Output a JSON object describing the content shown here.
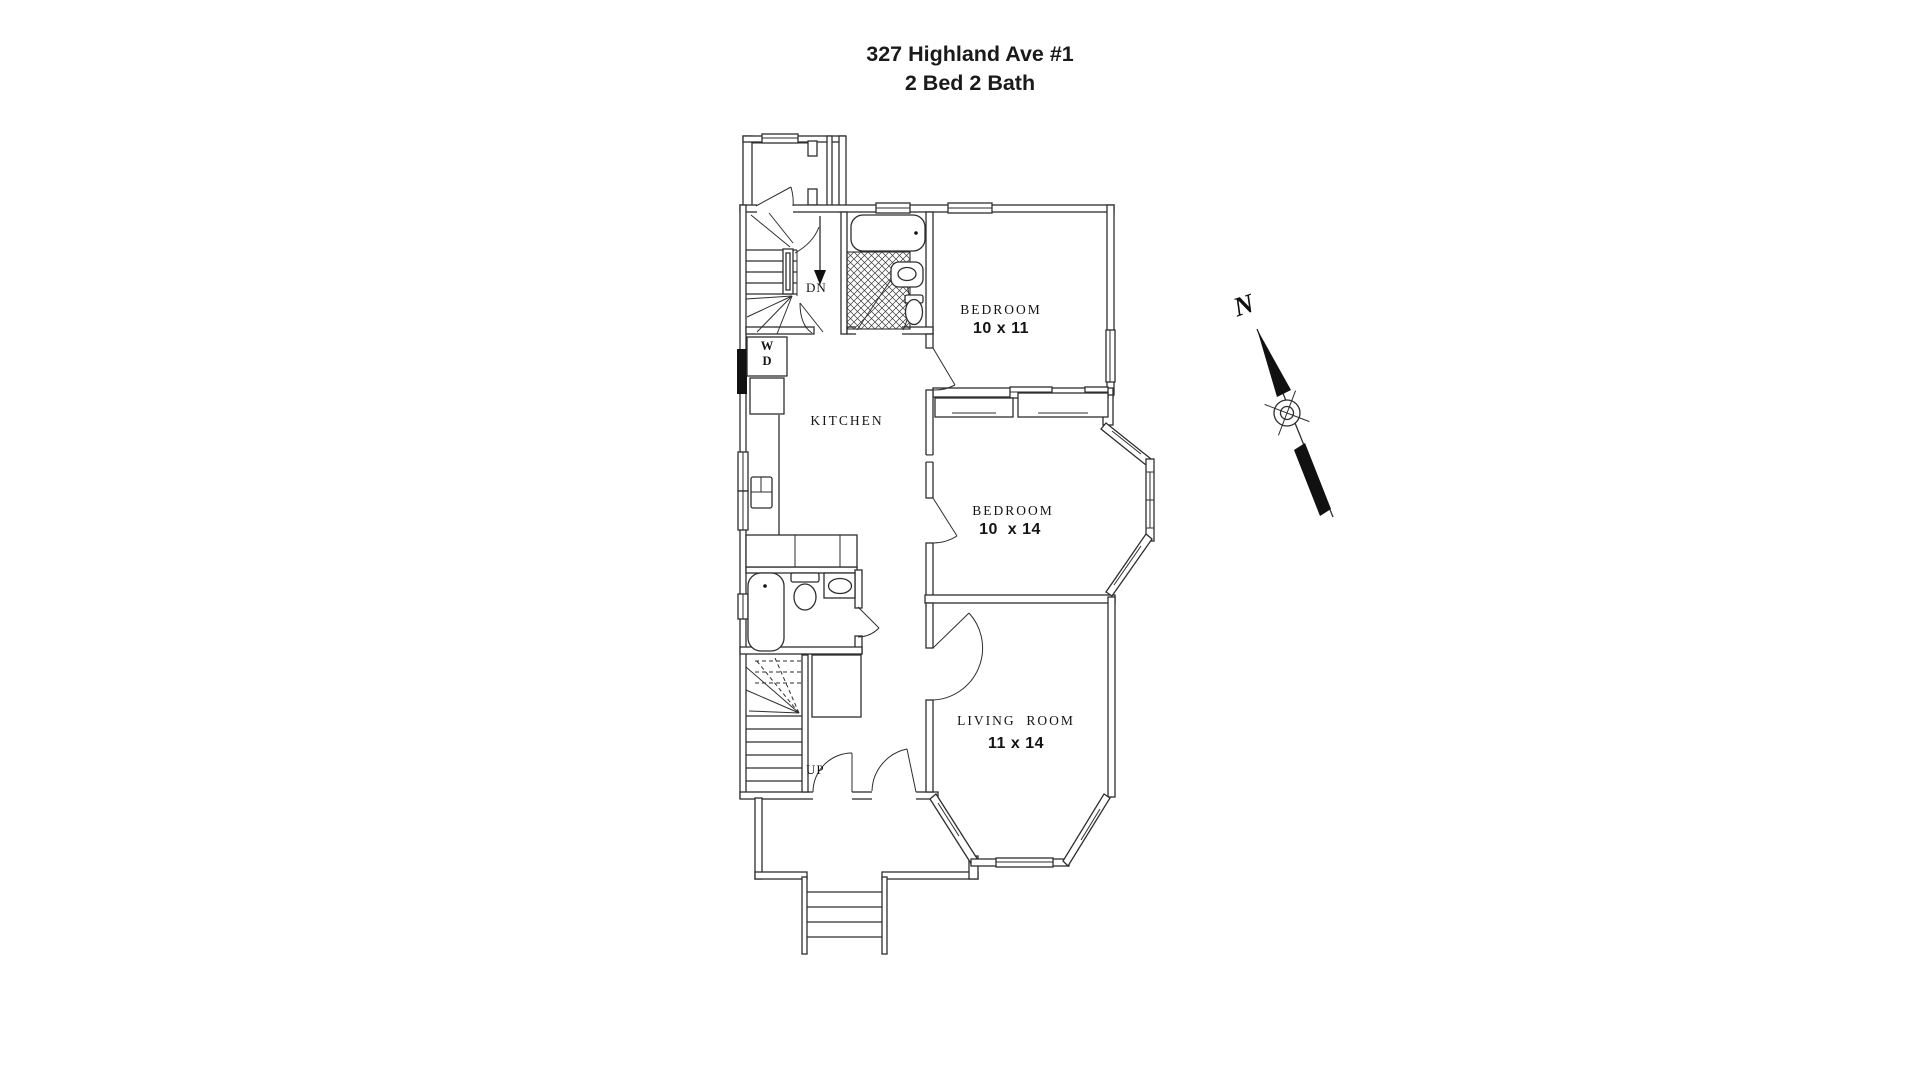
{
  "title": {
    "line1": "327 Highland Ave #1",
    "line2": "2 Bed 2 Bath"
  },
  "plan": {
    "rooms": [
      {
        "key": "kitchen",
        "label": "KITCHEN",
        "dims": ""
      },
      {
        "key": "bedroom-top",
        "label": "BEDROOM",
        "dims": "10 x 11"
      },
      {
        "key": "bedroom-middle",
        "label": "BEDROOM",
        "dims": "10  x 14"
      },
      {
        "key": "living-room",
        "label": "LIVING  ROOM",
        "dims": "11 x 14"
      }
    ],
    "stair_down_label": "DN",
    "stair_up_label": "UP",
    "washer_label": "W",
    "dryer_label": "D"
  },
  "compass": {
    "north_label": "N"
  },
  "colors": {
    "line": "#2e2e2e",
    "text": "#141414",
    "background": "#ffffff"
  }
}
